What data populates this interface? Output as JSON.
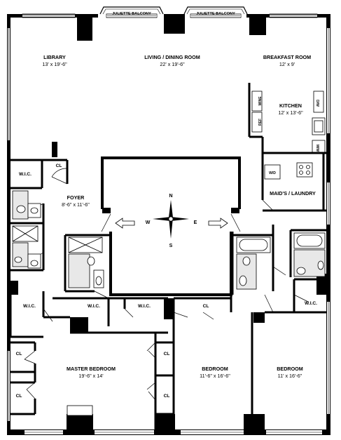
{
  "balconies": [
    "JULIETTE BALCONY",
    "JULIETTE BALCONY"
  ],
  "rooms": {
    "library": {
      "name": "LIBRARY",
      "dim": "13' x 19'-6\""
    },
    "living": {
      "name": "LIVING / DINING ROOM",
      "dim": "22' x 19'-6\""
    },
    "breakfast": {
      "name": "BREAKFAST ROOM",
      "dim": "12' x 9'"
    },
    "kitchen": {
      "name": "KITCHEN",
      "dim": "12' x 13'-6\""
    },
    "foyer": {
      "name": "FOYER",
      "dim": "8'-6\" x 11'-6\""
    },
    "maids": {
      "name": "MAID'S / LAUNDRY"
    },
    "master": {
      "name": "MASTER BEDROOM",
      "dim": "19'-6\" x 14'"
    },
    "bedroom2": {
      "name": "BEDROOM",
      "dim": "11'-6\" x 16'-6\""
    },
    "bedroom3": {
      "name": "BEDROOM",
      "dim": "11' x 16'-6\""
    }
  },
  "closets": {
    "wic_foyer": "W.I.C.",
    "cl_foyer": "CL",
    "wic_left": "W.I.C.",
    "wic_master_a": "W.I.C.",
    "wic_master_b": "W.I.C.",
    "cl_bed2": "CL",
    "wic_right": "W.I.C.",
    "cl_master_tl": "CL",
    "cl_master_bl": "CL",
    "cl_master_tr": "CL",
    "cl_master_br": "CL"
  },
  "appliances": {
    "wine": "WINE",
    "ref": "REF",
    "dw": "D/W",
    "wd": "W/D",
    "mw": "M/W"
  },
  "compass": {
    "n": "N",
    "s": "S",
    "e": "E",
    "w": "W"
  }
}
